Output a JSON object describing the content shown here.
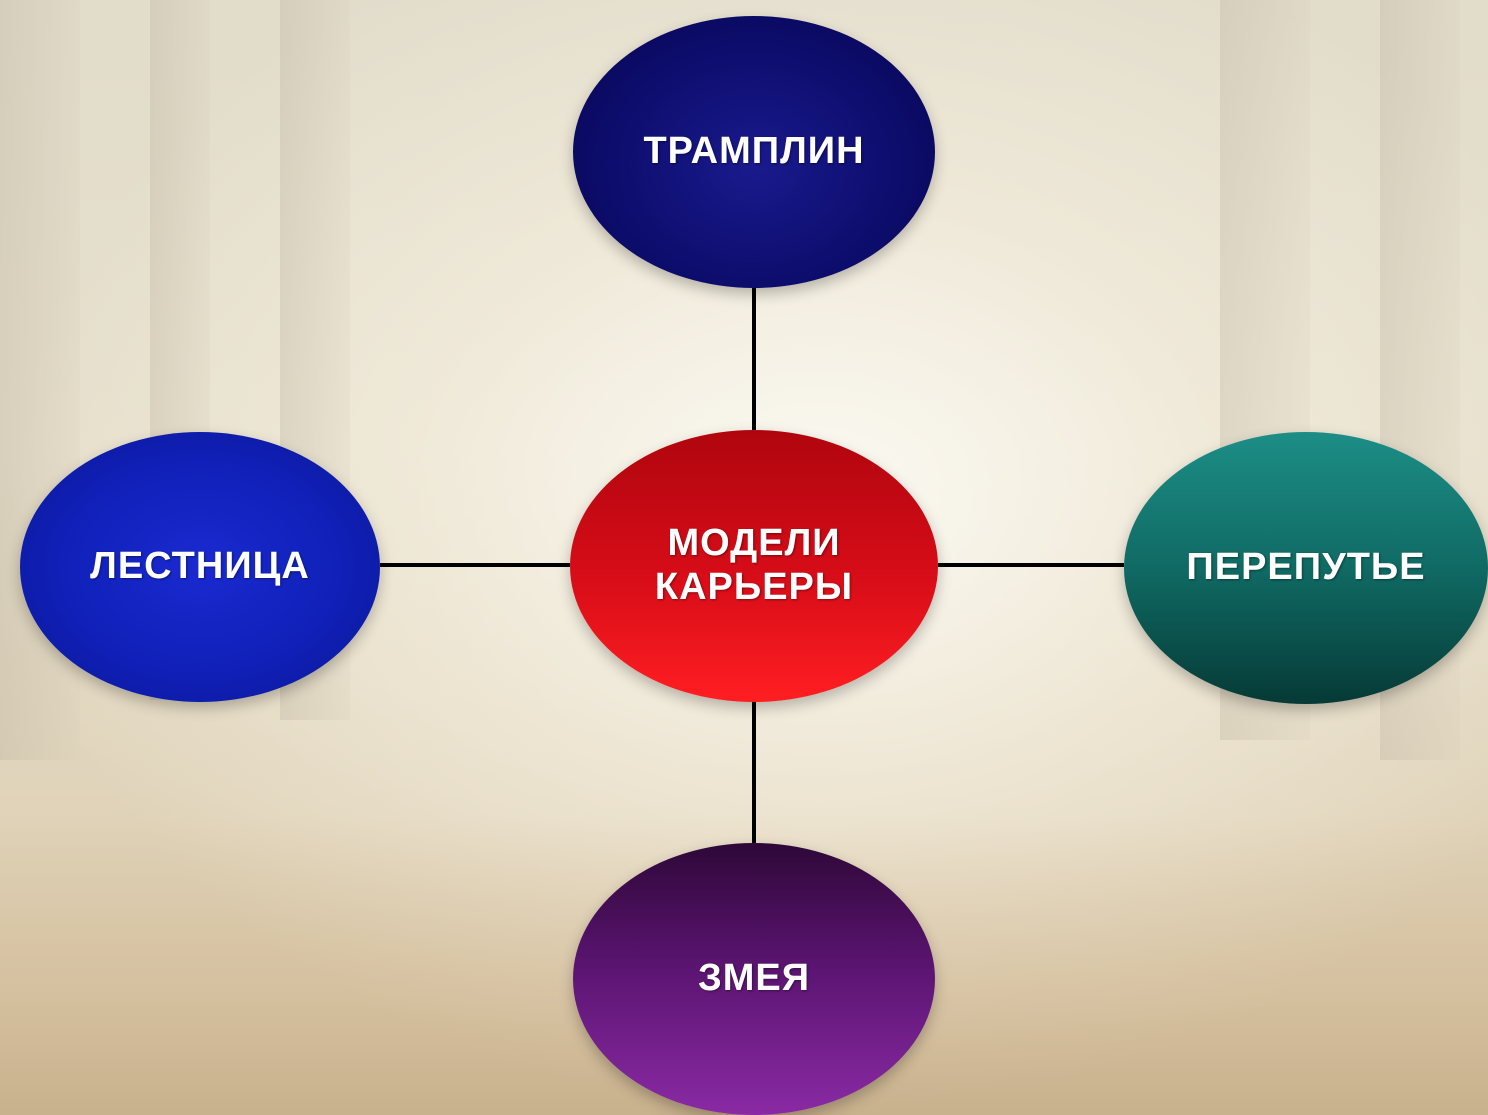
{
  "diagram": {
    "center": {
      "label": "МОДЕЛИ\nКАРЬЕРЫ",
      "color": "#d80d18"
    },
    "nodes": {
      "top": {
        "label": "ТРАМПЛИН",
        "color": "#0d0d6e"
      },
      "left": {
        "label": "ЛЕСТНИЦА",
        "color": "#1020b8"
      },
      "right": {
        "label": "ПЕРЕПУТЬЕ",
        "color": "#106a64"
      },
      "bottom": {
        "label": "ЗМЕЯ",
        "color": "#5a1470"
      }
    },
    "connector_color": "#000000"
  }
}
